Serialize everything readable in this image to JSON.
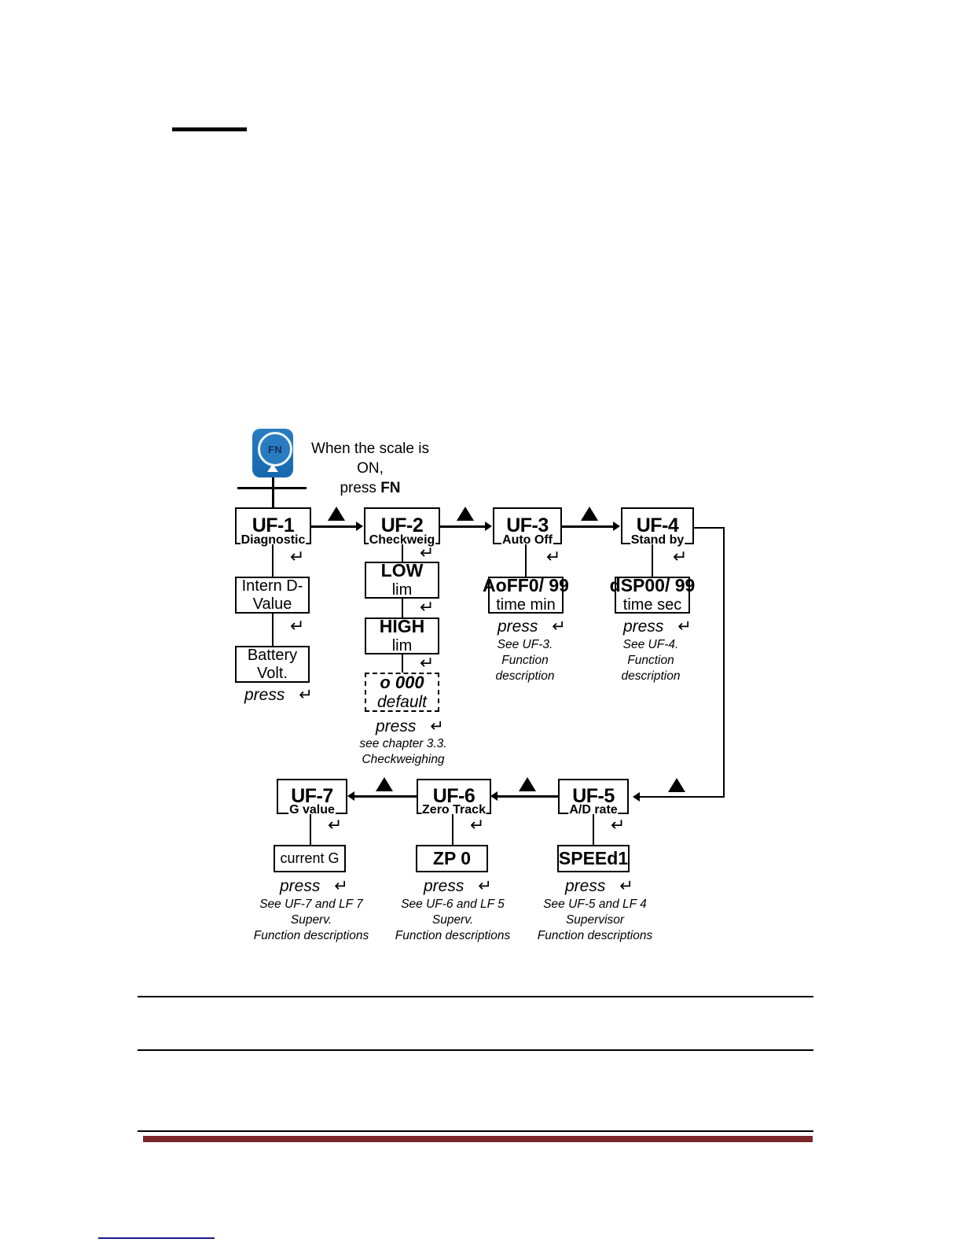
{
  "page": {
    "title": "UF Function Menu Flow Diagram",
    "background_color": "#ffffff",
    "rule_color_black": "#000000",
    "rule_color_maroon": "#7b2629",
    "rule_color_blue": "#1b1b8f"
  },
  "fn_key": {
    "label": "FN",
    "color": "#1f72b8",
    "instruction_line1": "When the scale is ON,",
    "instruction_line2_prefix": "press ",
    "instruction_line2_bold": "FN"
  },
  "nodes": {
    "uf1": {
      "code": "UF-1",
      "name": "Diagnostic"
    },
    "uf2": {
      "code": "UF-2",
      "name": "Checkweig"
    },
    "uf3": {
      "code": "UF-3",
      "name": "Auto Off"
    },
    "uf4": {
      "code": "UF-4",
      "name": "Stand by"
    },
    "uf5": {
      "code": "UF-5",
      "name": "A/D rate"
    },
    "uf6": {
      "code": "UF-6",
      "name": "Zero Track"
    },
    "uf7": {
      "code": "UF-7",
      "name": "G value"
    }
  },
  "sub_nodes": {
    "intern_d_value": {
      "line1": "Intern D-",
      "line2": "Value"
    },
    "battery_volt": {
      "line1": "Battery",
      "line2": "Volt."
    },
    "low_lim": {
      "line1": "LOW",
      "line2": "lim"
    },
    "high_lim": {
      "line1": "HIGH",
      "line2": "lim"
    },
    "default_box": {
      "line1": "o 000",
      "line2": "default"
    },
    "aoff": {
      "line1": "AoFF0/ 99",
      "line2": "time min"
    },
    "dsp": {
      "line1": "dSP00/ 99",
      "line2": "time sec"
    },
    "speed": {
      "line1": "SPEEd1"
    },
    "zp": {
      "line1": "ZP 0"
    },
    "current_g": {
      "line1": "current  G"
    }
  },
  "labels": {
    "enter_glyph": "↵",
    "press": "press",
    "press_uf1": "press",
    "press_uf2": "press",
    "press_uf3": "press",
    "press_uf4": "press",
    "press_uf5": "press",
    "press_uf6": "press",
    "press_uf7": "press"
  },
  "notes": {
    "uf2_note": "see chapter 3.3.\nCheckweighing",
    "uf3_note": "See UF-3. Function\ndescription",
    "uf4_note": "See UF-4. Function\ndescription",
    "uf5_note": "See UF-5 and LF 4 Supervisor\nFunction descriptions",
    "uf6_note": "See UF-6 and LF 5 Superv.\nFunction descriptions",
    "uf7_note": "See UF-7 and LF 7 Superv.\nFunction descriptions"
  }
}
